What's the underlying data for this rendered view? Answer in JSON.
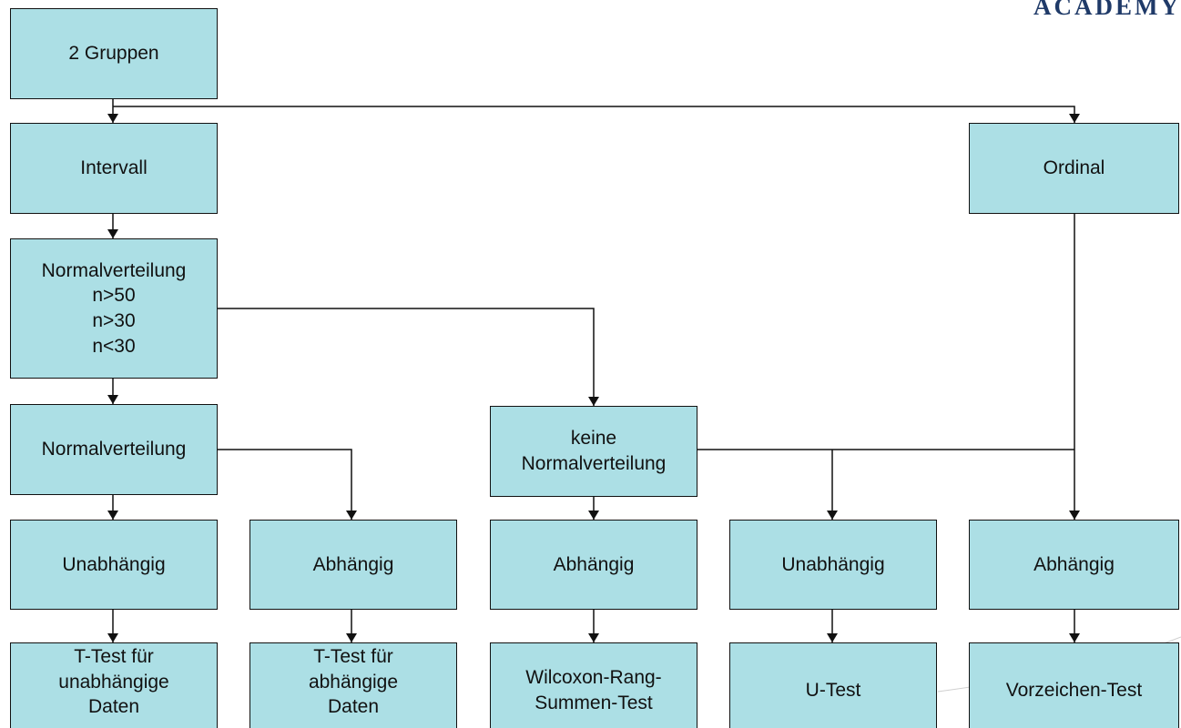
{
  "brand": {
    "text": "ACADEMY",
    "color": "#1f3a68"
  },
  "colors": {
    "node_fill": "#acdfe5",
    "node_border": "#111111",
    "connector": "#111111",
    "text": "#111111"
  },
  "nodes": {
    "groups_2": {
      "label": "2 Gruppen"
    },
    "intervall": {
      "label": "Intervall"
    },
    "ordinal": {
      "label": "Ordinal"
    },
    "normal_samplesize": {
      "label": "Normalverteilung\nn>50\nn>30\nn<30"
    },
    "normalverteilung": {
      "label": "Normalverteilung"
    },
    "keine_normal": {
      "label": "keine\nNormalverteilung"
    },
    "unabhaengig_1": {
      "label": "Unabhängig"
    },
    "abhaengig_1": {
      "label": "Abhängig"
    },
    "abhaengig_2": {
      "label": "Abhängig"
    },
    "unabhaengig_2": {
      "label": "Unabhängig"
    },
    "abhaengig_3": {
      "label": "Abhängig"
    },
    "ttest_unabh": {
      "label": "T-Test für\nunabhängige\nDaten"
    },
    "ttest_abh": {
      "label": "T-Test für\nabhängige\nDaten"
    },
    "wilcoxon": {
      "label": "Wilcoxon-Rang-\nSummen-Test"
    },
    "utest": {
      "label": "U-Test"
    },
    "vorzeichen": {
      "label": "Vorzeichen-Test"
    }
  },
  "edges": [
    {
      "from": "groups_2",
      "to": "intervall"
    },
    {
      "from": "groups_2",
      "to": "ordinal"
    },
    {
      "from": "intervall",
      "to": "normal_samplesize"
    },
    {
      "from": "normal_samplesize",
      "to": "normalverteilung"
    },
    {
      "from": "normal_samplesize",
      "to": "keine_normal"
    },
    {
      "from": "normalverteilung",
      "to": "unabhaengig_1"
    },
    {
      "from": "normalverteilung",
      "to": "abhaengig_1"
    },
    {
      "from": "keine_normal",
      "to": "abhaengig_2"
    },
    {
      "from": "keine_normal",
      "to": "unabhaengig_2"
    },
    {
      "from": "ordinal",
      "to": "unabhaengig_2"
    },
    {
      "from": "ordinal",
      "to": "abhaengig_3"
    },
    {
      "from": "unabhaengig_1",
      "to": "ttest_unabh"
    },
    {
      "from": "abhaengig_1",
      "to": "ttest_abh"
    },
    {
      "from": "abhaengig_2",
      "to": "wilcoxon"
    },
    {
      "from": "unabhaengig_2",
      "to": "utest"
    },
    {
      "from": "abhaengig_3",
      "to": "vorzeichen"
    }
  ]
}
